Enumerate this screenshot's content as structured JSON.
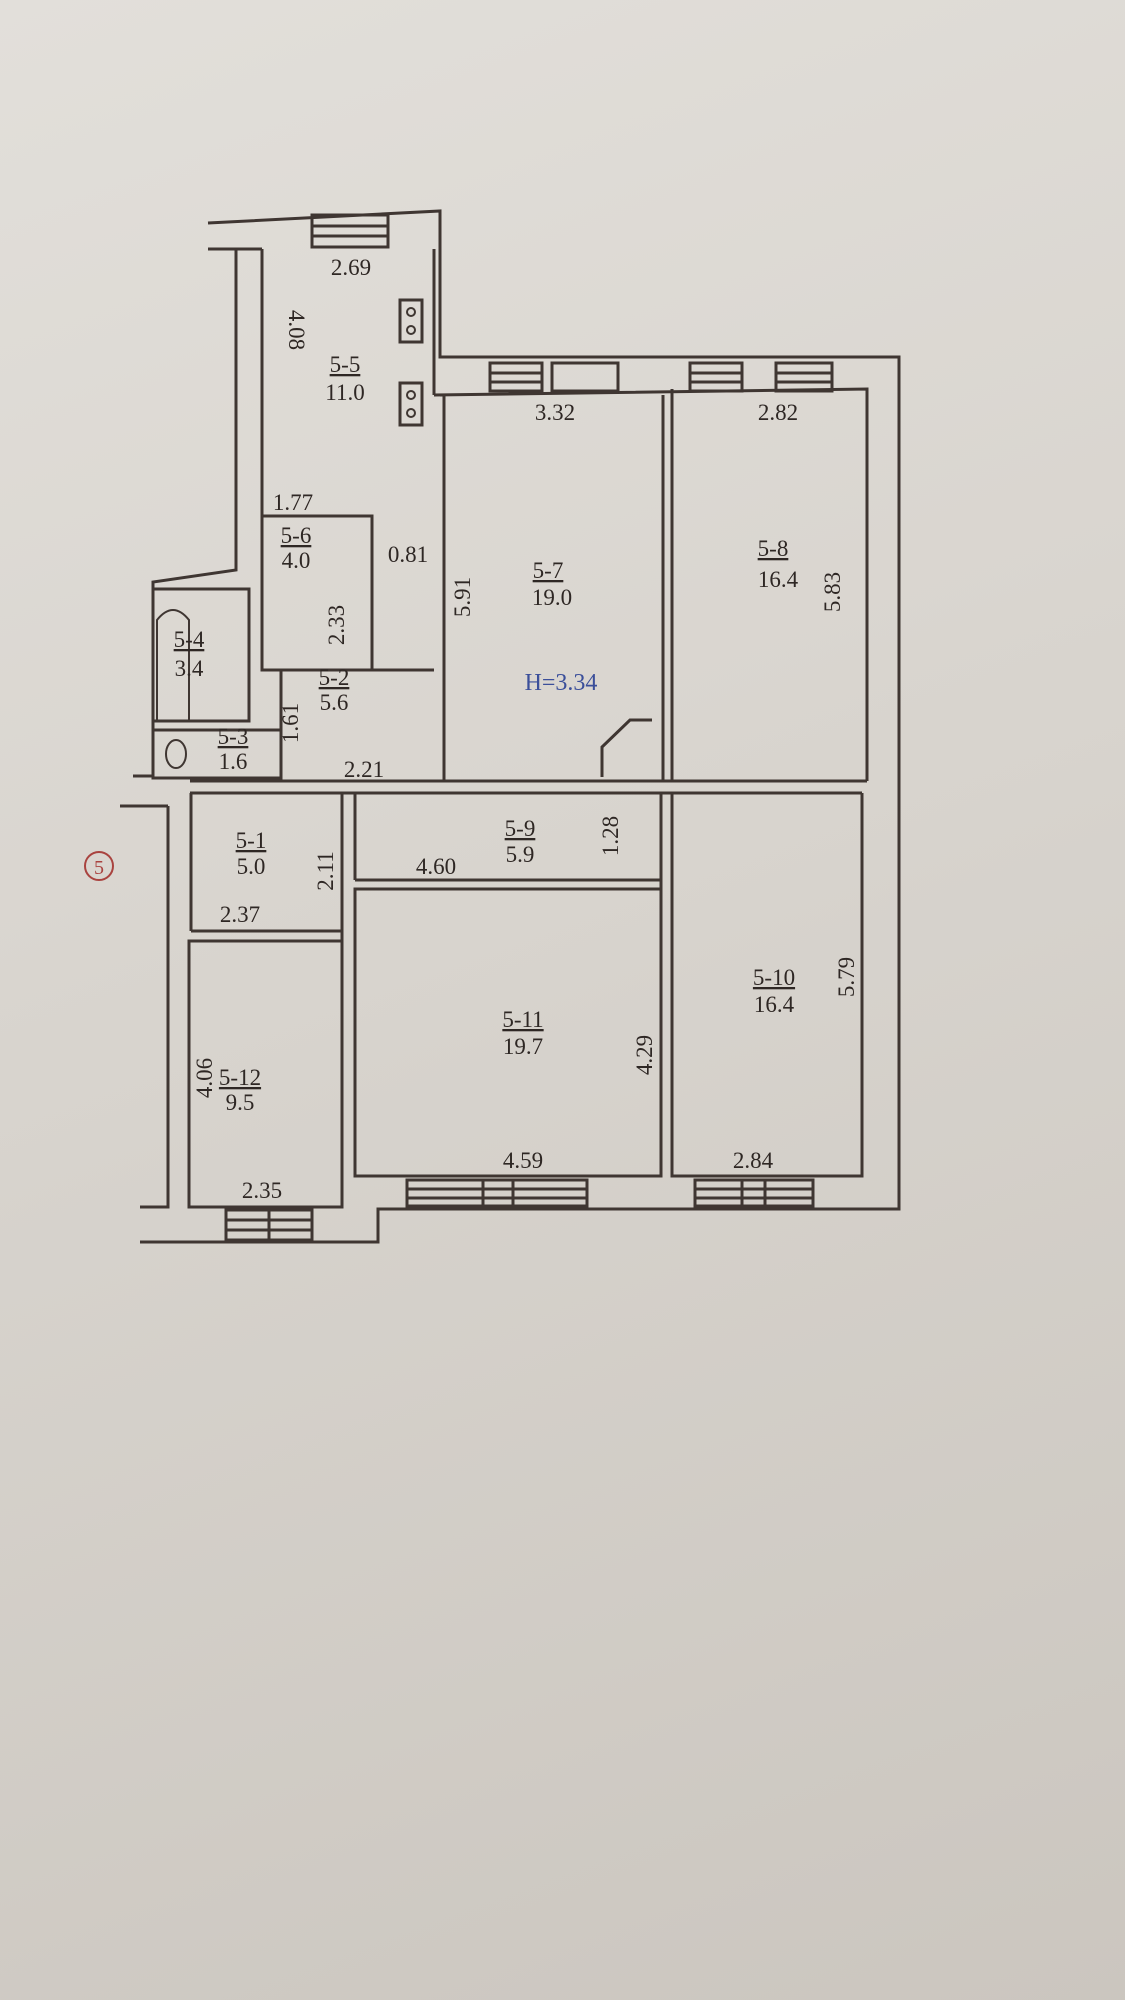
{
  "plan": {
    "marker": "5",
    "ceiling_height": "H=3.34",
    "rooms": [
      {
        "id": "5-1",
        "area": "5.0"
      },
      {
        "id": "5-2",
        "area": "5.6"
      },
      {
        "id": "5-3",
        "area": "1.6"
      },
      {
        "id": "5-4",
        "area": "3.4"
      },
      {
        "id": "5-5",
        "area": "11.0"
      },
      {
        "id": "5-6",
        "area": "4.0"
      },
      {
        "id": "5-7",
        "area": "19.0"
      },
      {
        "id": "5-8",
        "area": "16.4"
      },
      {
        "id": "5-9",
        "area": "5.9"
      },
      {
        "id": "5-10",
        "area": "16.4"
      },
      {
        "id": "5-11",
        "area": "19.7"
      },
      {
        "id": "5-12",
        "area": "9.5"
      }
    ],
    "dimensions": {
      "d_2_69": "2.69",
      "d_4_08": "4.08",
      "d_3_32": "3.32",
      "d_2_82": "2.82",
      "d_1_77": "1.77",
      "d_0_81": "0.81",
      "d_2_33": "2.33",
      "d_5_91": "5.91",
      "d_5_83": "5.83",
      "d_1_61": "1.61",
      "d_2_21": "2.21",
      "d_1_28": "1.28",
      "d_4_60": "4.60",
      "d_2_11": "2.11",
      "d_2_37": "2.37",
      "d_5_79": "5.79",
      "d_4_29": "4.29",
      "d_4_06": "4.06",
      "d_4_59": "4.59",
      "d_2_84": "2.84",
      "d_2_35": "2.35"
    }
  }
}
